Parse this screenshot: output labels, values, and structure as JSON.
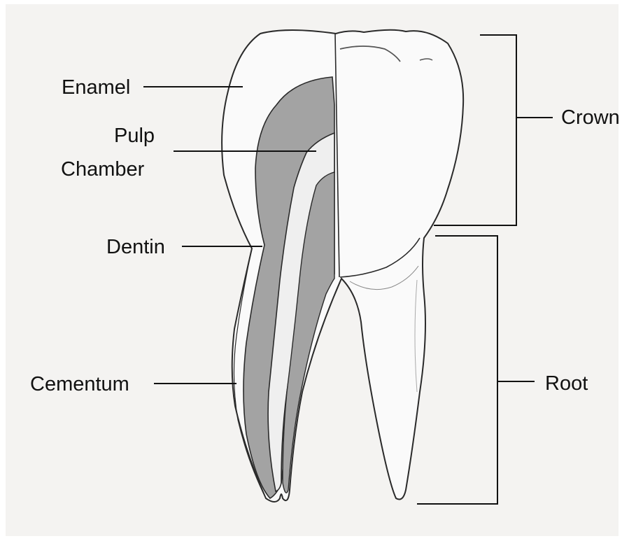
{
  "labels": {
    "enamel": "Enamel",
    "pulp_chamber_line1": "Pulp",
    "pulp_chamber_line2": "Chamber",
    "dentin": "Dentin",
    "cementum": "Cementum",
    "crown": "Crown",
    "root": "Root"
  },
  "colors": {
    "background": "#f4f3f1",
    "outline": "#2a2a2a",
    "dentin_fill": "#a3a3a3",
    "pulp_fill": "#efefef"
  }
}
